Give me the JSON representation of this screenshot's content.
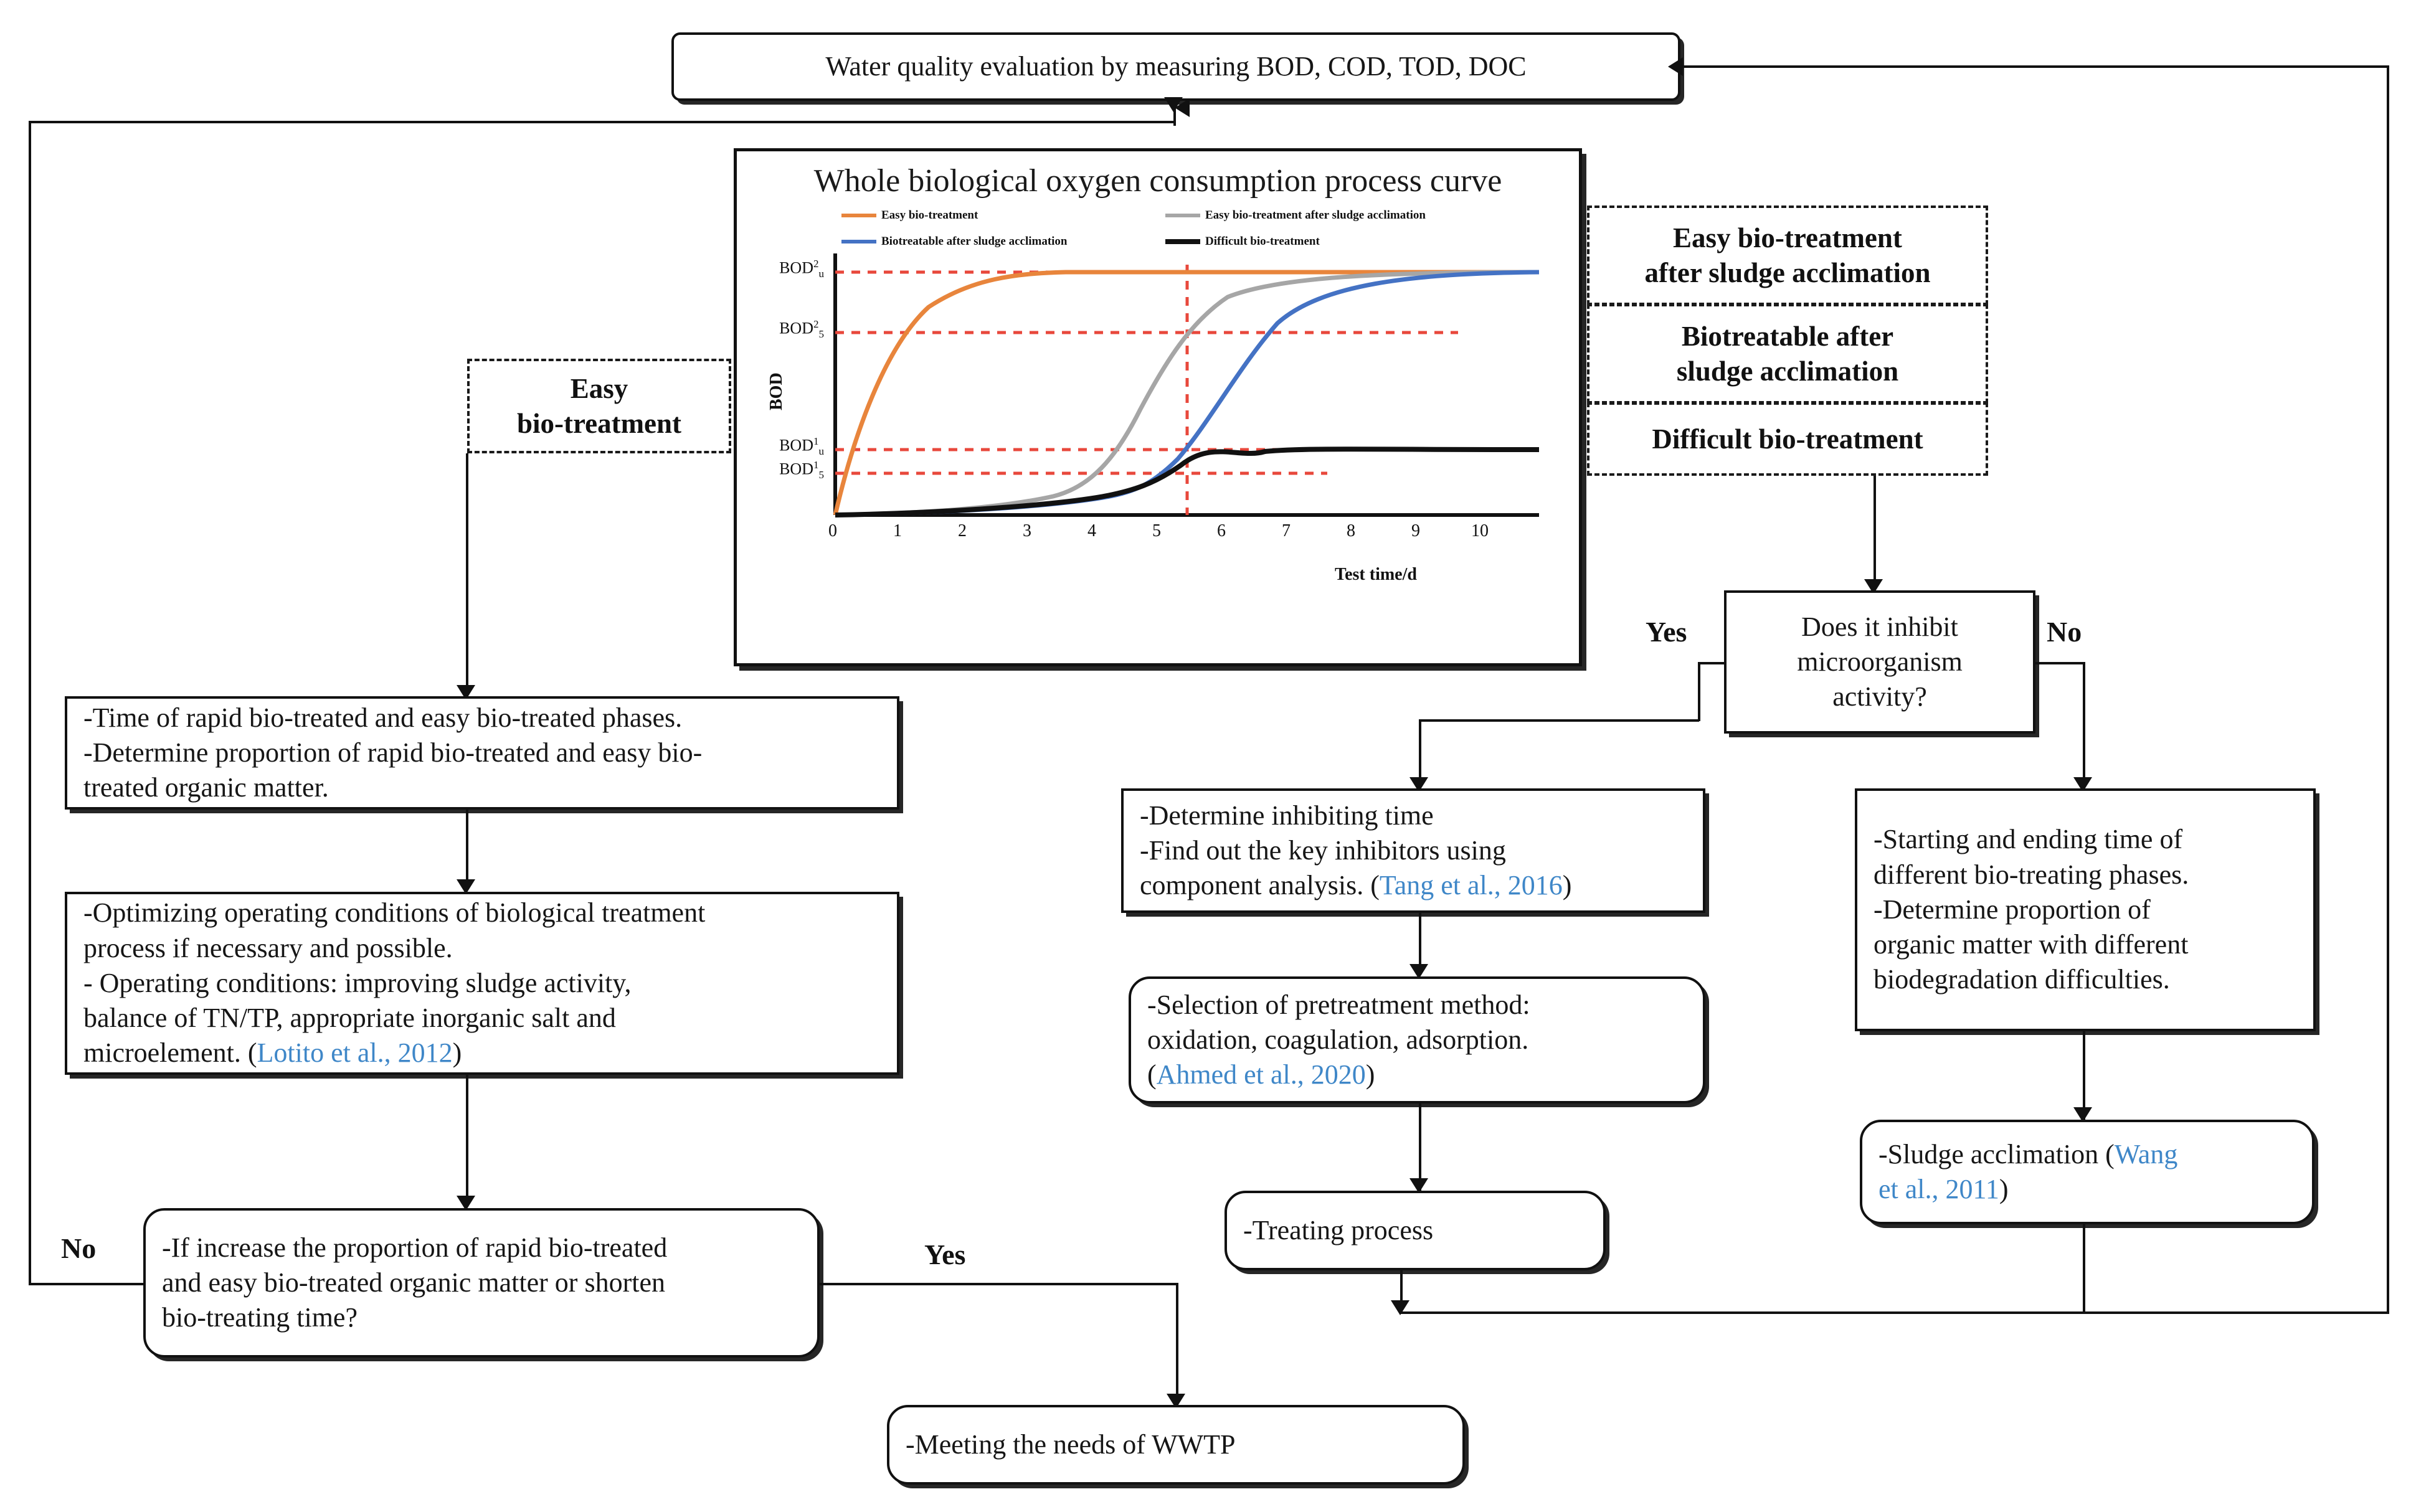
{
  "top": {
    "title": "Water quality evaluation by measuring BOD, COD, TOD, DOC"
  },
  "chart_panel": {
    "title": "Whole biological  oxygen consumption process curve"
  },
  "chart_data": {
    "type": "line",
    "title": "Whole biological  oxygen consumption process curve",
    "xlabel": "Test time/d",
    "ylabel": "BOD",
    "xlim": [
      0,
      10
    ],
    "xticks": [
      "0",
      "1",
      "2",
      "3",
      "4",
      "5",
      "6",
      "7",
      "8",
      "9",
      "10"
    ],
    "yticks": [
      "BOD2u",
      "BOD2 5",
      "BOD1u",
      "BOD1 5"
    ],
    "ytick_labels_html": [
      "BOD²ᵤ",
      "BOD²₅",
      "BOD¹ᵤ",
      "BOD¹₅"
    ],
    "grid": false,
    "legend_position": "top",
    "reference_lines": {
      "vertical_x": 5,
      "horizontal_levels": [
        "BOD2u",
        "BOD2 5",
        "BOD1u",
        "BOD1 5"
      ],
      "color": "#e8483c",
      "style": "dashed"
    },
    "series": [
      {
        "name": "Easy bio-treatment",
        "color": "#e8853c",
        "x": [
          0,
          0.5,
          1,
          1.5,
          2,
          2.5,
          3,
          3.5,
          4,
          4.5,
          5,
          6,
          7,
          8,
          9,
          10
        ],
        "y": [
          0,
          0.42,
          0.68,
          0.81,
          0.89,
          0.935,
          0.96,
          0.975,
          0.985,
          0.99,
          0.995,
          1.0,
          1.0,
          1.0,
          1.0,
          1.0
        ]
      },
      {
        "name": "Easy bio-treatment after sludge acclimation",
        "color": "#a6a6a6",
        "x": [
          0,
          0.5,
          1,
          1.5,
          2,
          2.5,
          3,
          3.5,
          4,
          4.5,
          5,
          5.5,
          6,
          6.5,
          7,
          8,
          9,
          10
        ],
        "y": [
          0,
          0.01,
          0.02,
          0.035,
          0.055,
          0.09,
          0.15,
          0.27,
          0.44,
          0.6,
          0.72,
          0.82,
          0.9,
          0.945,
          0.97,
          0.995,
          1.0,
          1.0
        ]
      },
      {
        "name": "Biotreatable  after sludge acclimation",
        "color": "#4472c4",
        "x": [
          0,
          0.5,
          1,
          1.5,
          2,
          2.5,
          3,
          3.5,
          4,
          4.5,
          5,
          5.5,
          6,
          6.5,
          7,
          7.5,
          8,
          9,
          10
        ],
        "y": [
          0,
          0.005,
          0.012,
          0.022,
          0.035,
          0.05,
          0.065,
          0.08,
          0.095,
          0.16,
          0.27,
          0.42,
          0.58,
          0.72,
          0.83,
          0.9,
          0.945,
          0.99,
          1.0
        ]
      },
      {
        "name": "Difficult bio-treatment",
        "color": "#111111",
        "x": [
          0,
          0.5,
          1,
          1.5,
          2,
          2.5,
          3,
          3.5,
          4,
          4.5,
          5,
          5.5,
          6,
          6.5,
          7,
          8,
          9,
          10
        ],
        "y": [
          0,
          0.005,
          0.013,
          0.025,
          0.04,
          0.055,
          0.075,
          0.1,
          0.135,
          0.2,
          0.27,
          0.33,
          0.36,
          0.375,
          0.38,
          0.38,
          0.38,
          0.38
        ]
      }
    ],
    "legend": [
      {
        "label": "Easy bio-treatment",
        "color": "#e8853c"
      },
      {
        "label": "Easy bio-treatment after sludge acclimation",
        "color": "#a6a6a6"
      },
      {
        "label": "Biotreatable  after sludge acclimation",
        "color": "#4472c4"
      },
      {
        "label": "Difficult bio-treatment",
        "color": "#111111"
      }
    ]
  },
  "tags": {
    "easy_bio": "Easy\nbio-treatment",
    "easy_bio_line1": "Easy",
    "easy_bio_line2": "bio-treatment",
    "easy_after_l1": "Easy bio-treatment",
    "easy_after_l2": "after sludge acclimation",
    "biotreatable_l1": "Biotreatable after",
    "biotreatable_l2": "sludge acclimation",
    "difficult": "Difficult bio-treatment"
  },
  "decision_inhibit": {
    "line1": "Does it inhibit",
    "line2": "microorganism",
    "line3": "activity?",
    "yes": "Yes",
    "no": "No"
  },
  "left_column": {
    "box1_line1": "-Time of rapid bio-treated and easy bio-treated phases.",
    "box1_line2": "-Determine proportion of rapid bio-treated and easy bio-",
    "box1_line3": "treated organic matter.",
    "box2_line1": "-Optimizing operating conditions of biological treatment",
    "box2_line2": "process if necessary and possible.",
    "box2_line3": "- Operating conditions: improving sludge activity,",
    "box2_line4": "balance of TN/TP, appropriate inorganic salt and",
    "box2_line5_pre": "microelement. (",
    "box2_line5_cite": "Lotito et al., 2012",
    "box2_line5_post": ")",
    "decision_line1": "-If increase the proportion of rapid bio-treated",
    "decision_line2": "and easy bio-treated organic matter or shorten",
    "decision_line3": "bio-treating time?",
    "decision_no": "No",
    "decision_yes": "Yes"
  },
  "middle_column": {
    "box1_line1": "-Determine inhibiting time",
    "box1_line2": "-Find out the key inhibitors using",
    "box1_line3_pre": "component analysis. (",
    "box1_line3_cite": "Tang et al., 2016",
    "box1_line3_post": ")",
    "box2_line1": "-Selection of pretreatment method:",
    "box2_line2": "oxidation, coagulation, adsorption.",
    "box2_line3_pre": "(",
    "box2_line3_cite": "Ahmed et al., 2020",
    "box2_line3_post": ")",
    "box3": "-Treating  process"
  },
  "right_column": {
    "box1_line1": "-Starting and ending time of",
    "box1_line2": "different bio-treating phases.",
    "box1_line3": "-Determine proportion of",
    "box1_line4": "organic matter with different",
    "box1_line5": "biodegradation difficulties.",
    "box2_pre": "-Sludge acclimation (",
    "box2_cite1": "Wang",
    "box2_cite2": "et al., 2011",
    "box2_post": ")"
  },
  "bottom": {
    "final": "-Meeting the needs of  WWTP"
  },
  "colors": {
    "citation": "#3f87c8",
    "line": "#111111",
    "series_orange": "#e8853c",
    "series_grey": "#a6a6a6",
    "series_blue": "#4472c4",
    "series_black": "#111111",
    "reference": "#e8483c"
  }
}
